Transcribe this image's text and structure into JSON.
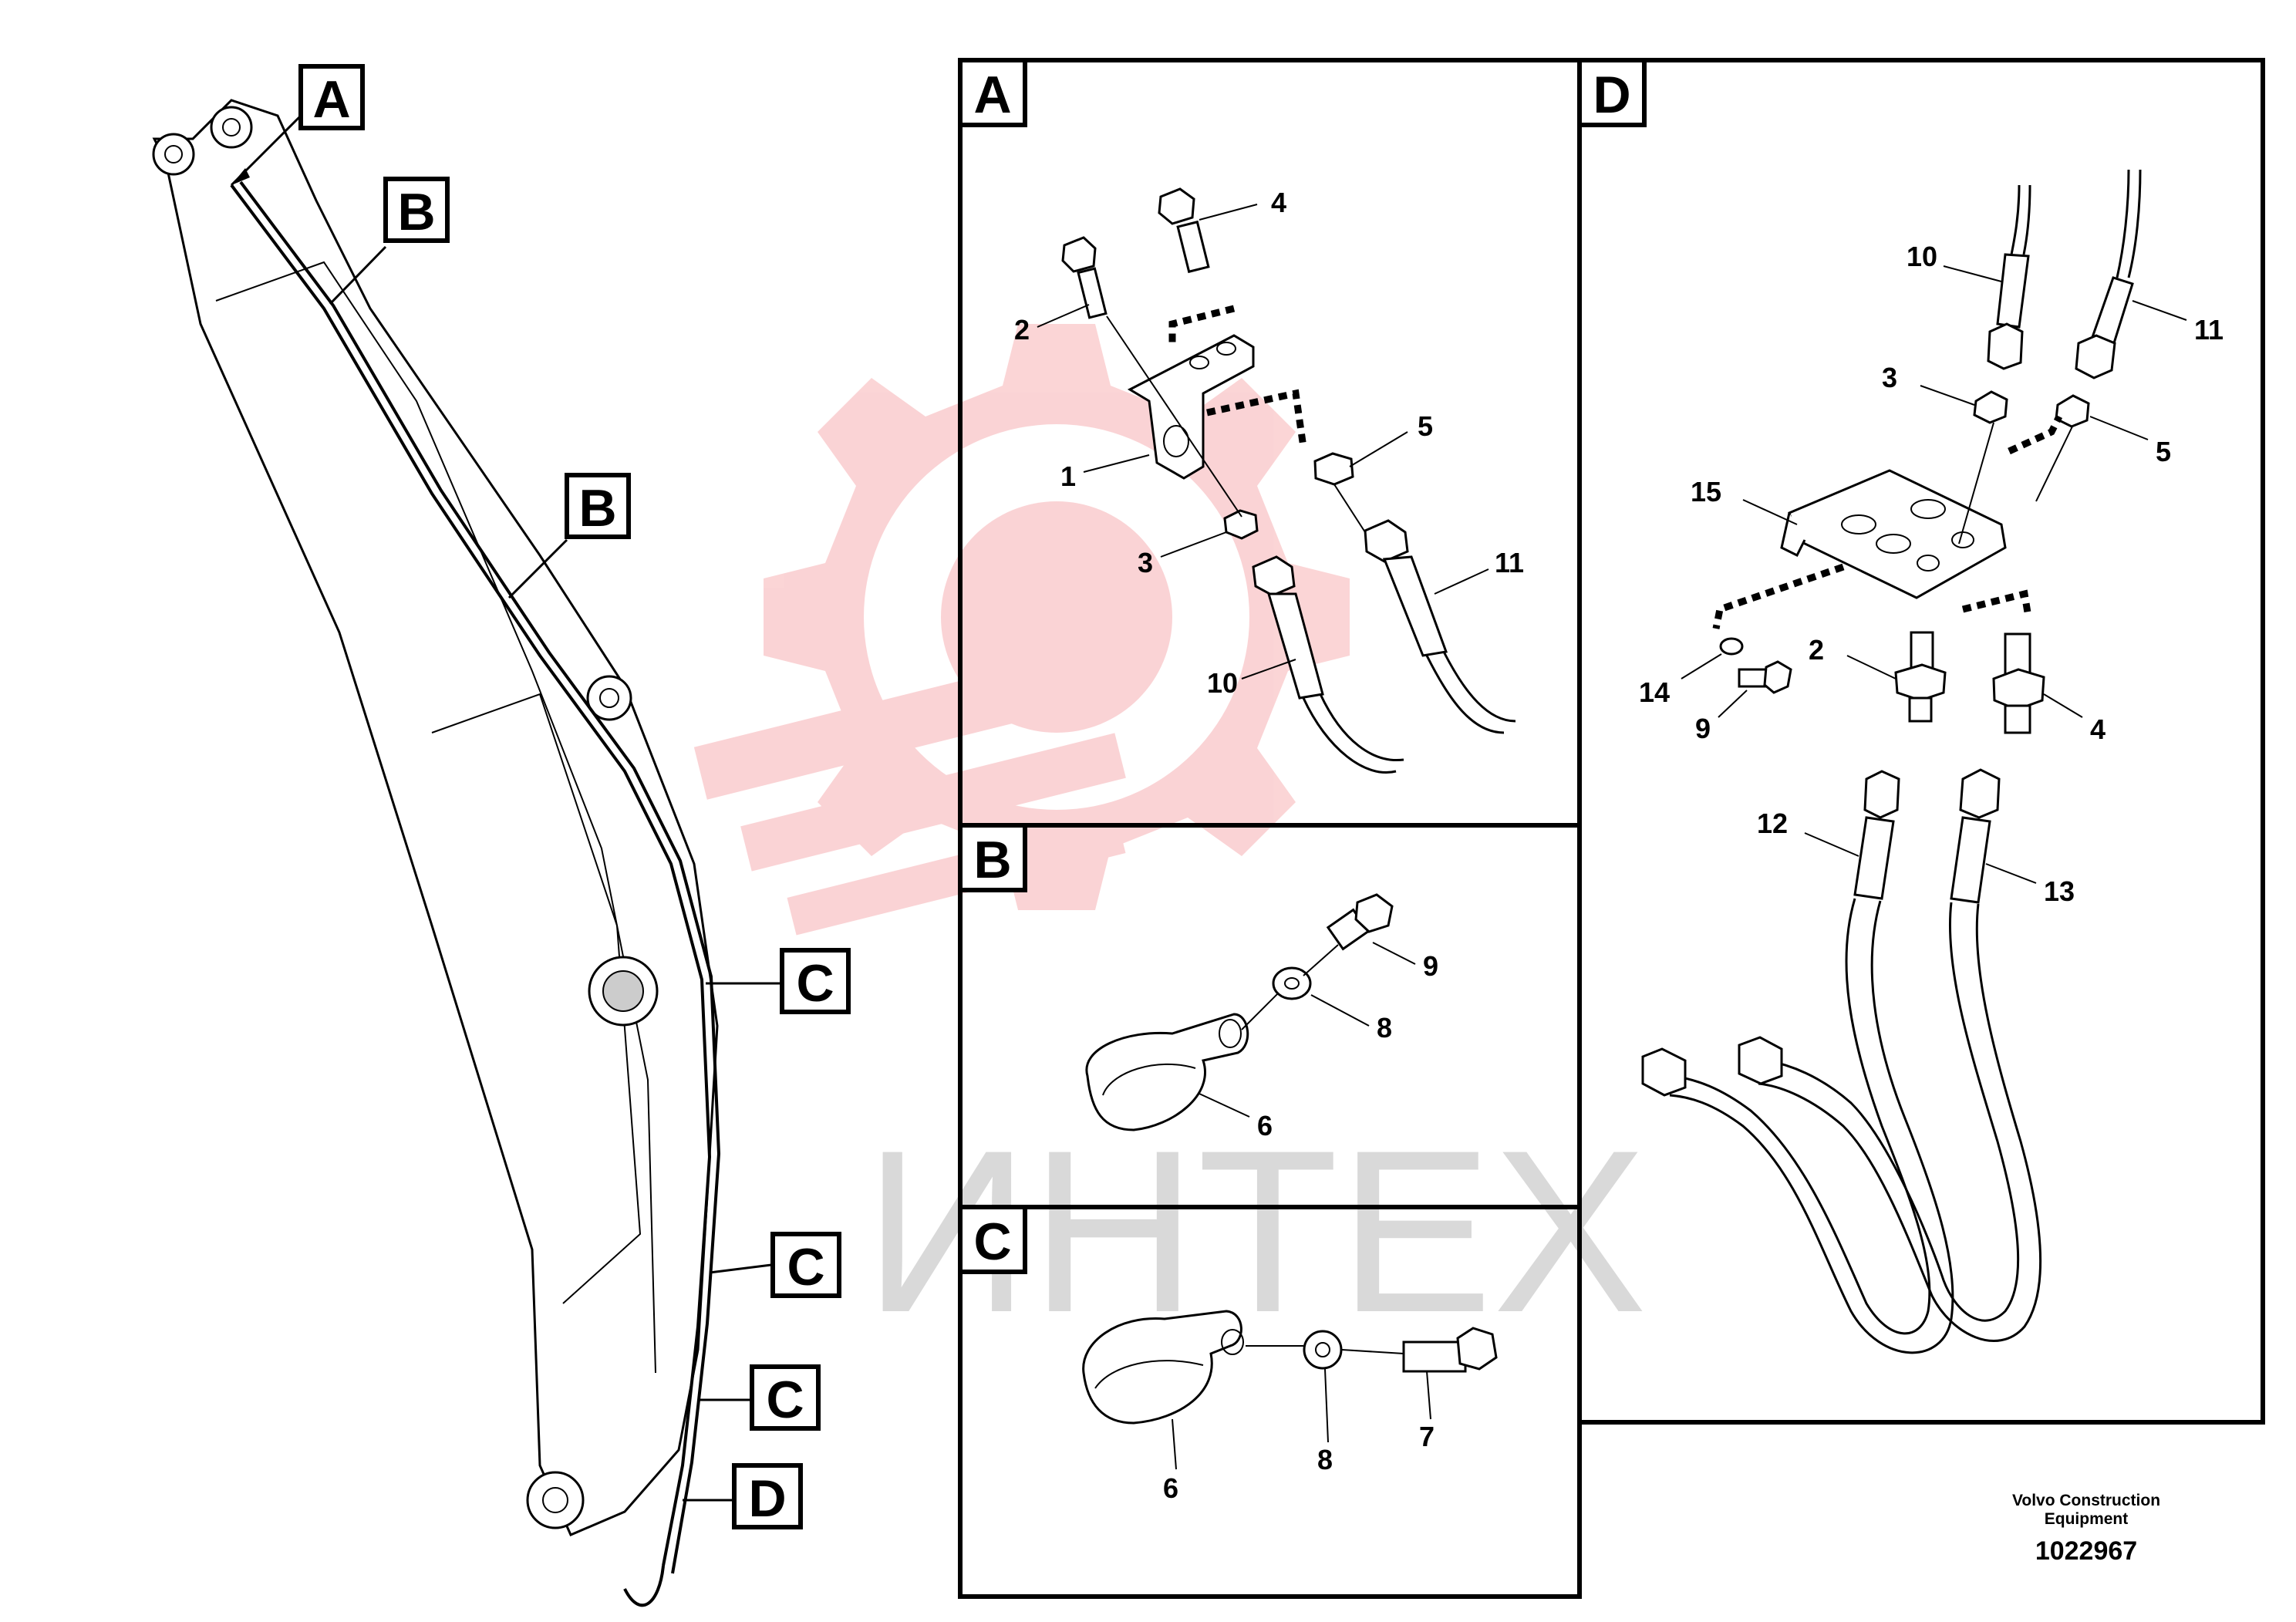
{
  "watermark": {
    "text": "ИНТЕХ",
    "color": "#e8141c"
  },
  "callouts": {
    "overview": [
      {
        "letter": "A"
      },
      {
        "letter": "B"
      },
      {
        "letter": "B"
      },
      {
        "letter": "C"
      },
      {
        "letter": "C"
      },
      {
        "letter": "C"
      },
      {
        "letter": "D"
      }
    ],
    "panels": {
      "A": "A",
      "B": "B",
      "C": "C",
      "D": "D"
    }
  },
  "panel_A": {
    "labels": [
      "1",
      "2",
      "3",
      "4",
      "5",
      "10",
      "11"
    ]
  },
  "panel_B": {
    "labels": [
      "6",
      "8",
      "9"
    ]
  },
  "panel_C": {
    "labels": [
      "6",
      "8",
      "7"
    ]
  },
  "panel_D": {
    "labels": [
      "10",
      "11",
      "3",
      "5",
      "15",
      "2",
      "4",
      "14",
      "9",
      "12",
      "13"
    ]
  },
  "footer": {
    "company_line1": "Volvo Construction",
    "company_line2": "Equipment",
    "drawing_number": "1022967"
  }
}
